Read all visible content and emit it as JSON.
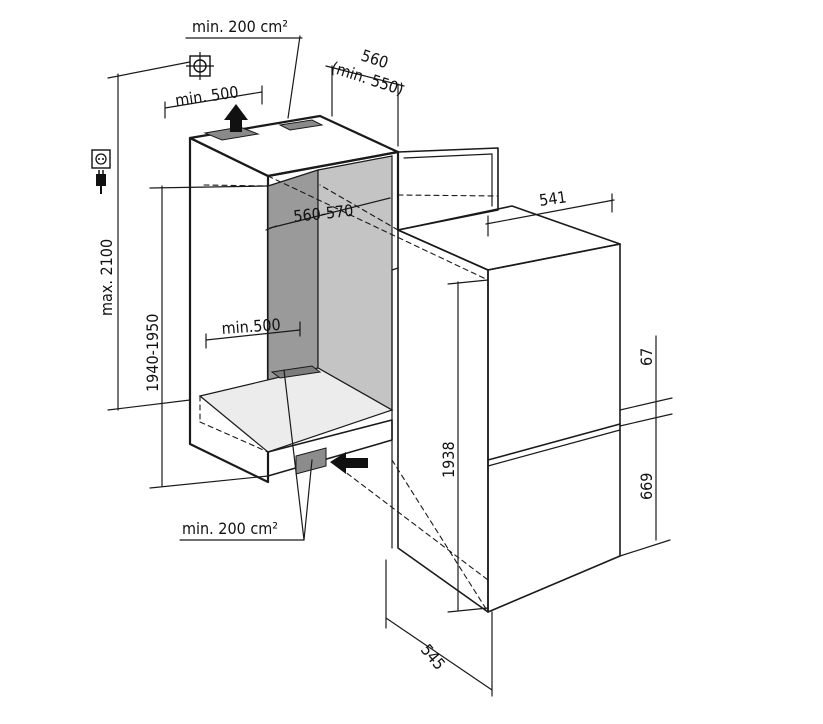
{
  "colors": {
    "line": "#1a1a1a",
    "niche_back": "#9a9a9a",
    "niche_side": "#c4c4c4",
    "floor": "#e8e8e8",
    "panel": "#ffffff"
  },
  "icons": [
    "vent-grille-icon",
    "power-socket-icon",
    "power-plug-icon",
    "airflow-arrow-icon"
  ],
  "labels": {
    "top_vent_area": "min. 200 cm²",
    "top_vent_depth": "min. 500",
    "niche_depth": "560",
    "niche_depth_min": "(min. 550)",
    "max_height": "max. 2100",
    "niche_height": "1940-1950",
    "niche_width": "560-570",
    "floor_vent_depth": "min.500",
    "bottom_vent_area": "min. 200 cm²",
    "appliance_width": "541",
    "appliance_height": "1938",
    "appliance_depth": "545",
    "door_gap": "67",
    "lower_door_height": "669"
  }
}
